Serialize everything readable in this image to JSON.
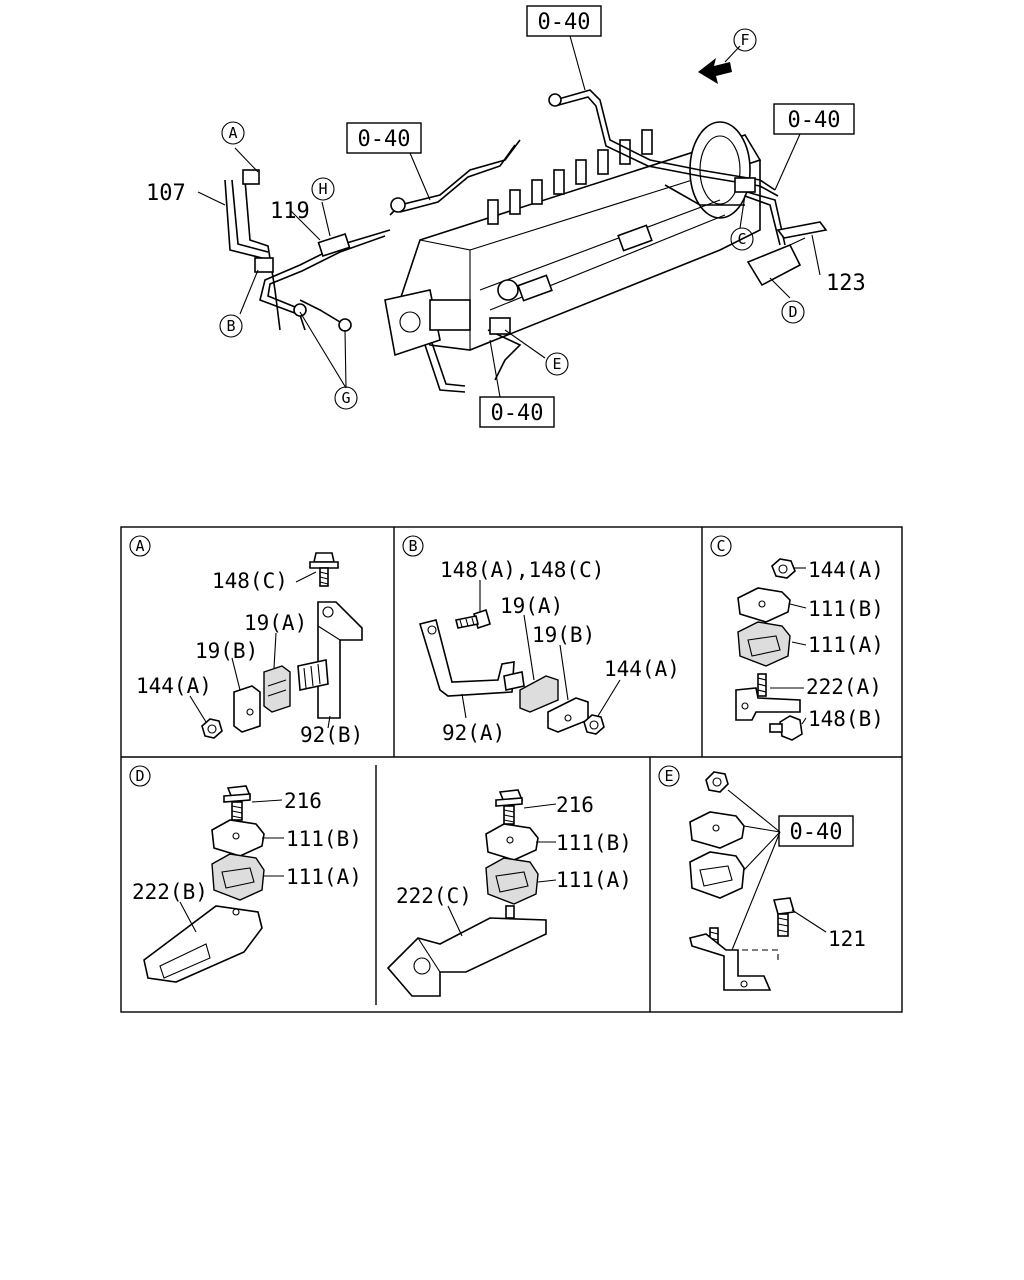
{
  "main_view": {
    "refs": [
      "0-40",
      "0-40",
      "0-40",
      "0-40"
    ],
    "callouts": {
      "a": "A",
      "b": "B",
      "c": "C",
      "d": "D",
      "e": "E",
      "f": "F",
      "g": "G",
      "h": "H"
    },
    "parts": {
      "p107": "107",
      "p119": "119",
      "p123": "123"
    }
  },
  "detail_a": {
    "letter": "A",
    "labels": {
      "bolt": "148(C)",
      "clip_a": "19(A)",
      "clip_b": "19(B)",
      "nut": "144(A)",
      "bracket": "92(B)"
    }
  },
  "detail_b": {
    "letter": "B",
    "labels": {
      "bolt": "148(A),148(C)",
      "clip_a": "19(A)",
      "clip_b": "19(B)",
      "nut": "144(A)",
      "bracket": "92(A)"
    }
  },
  "detail_c": {
    "letter": "C",
    "labels": {
      "nut": "144(A)",
      "clamp_b": "111(B)",
      "clamp_a": "111(A)",
      "bracket": "222(A)",
      "bolt": "148(B)"
    }
  },
  "detail_d": {
    "letter": "D",
    "labels": {
      "bolt": "216",
      "clamp_b": "111(B)",
      "clamp_a": "111(A)",
      "bracket": "222(B)"
    }
  },
  "detail_d2": {
    "labels": {
      "bolt": "216",
      "clamp_b": "111(B)",
      "clamp_a": "111(A)",
      "bracket": "222(C)"
    }
  },
  "detail_e": {
    "letter": "E",
    "labels": {
      "ref": "0-40",
      "bolt": "121"
    }
  }
}
